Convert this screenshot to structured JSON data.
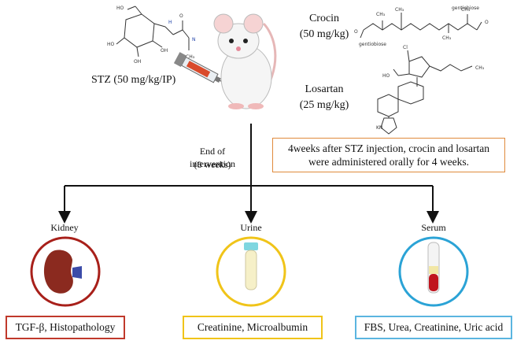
{
  "drugs": {
    "stz": "STZ (50 mg/kg/IP)",
    "crocin_name": "Crocin",
    "crocin_dose": "(50 mg/kg)",
    "losartan_name": "Losartan",
    "losartan_dose": "(25 mg/kg)"
  },
  "chem_labels": {
    "gentiobiose_top": "gentiobiose",
    "gentiobiose_bottom": "gentiobiose",
    "ch3_a": "CH₃",
    "ch3_b": "CH₃",
    "ch3_c": "CH₃",
    "ch3_d": "CH₃",
    "cl": "Cl",
    "ho": "HO",
    "ch3_los": "CH₃",
    "kn": "KN"
  },
  "intervention": {
    "line1": "End of intervention",
    "line2": "(8 weeks)"
  },
  "protocol_note": "4weeks after STZ injection, crocin and losartan were administered orally for 4 weeks.",
  "samples": [
    {
      "label": "Kidney",
      "tests": "TGF-β, Histopathology"
    },
    {
      "label": "Urine",
      "tests": "Creatinine, Microalbumin"
    },
    {
      "label": "Serum",
      "tests": "FBS, Urea, Creatinine, Uric acid"
    }
  ],
  "colors": {
    "kidney_border": "#a8201a",
    "urine_border": "#f0c419",
    "serum_border": "#2ba3d6",
    "note_border": "#e08a3c",
    "tests_kidney_border": "#c0392b",
    "tests_urine_border": "#f0c419",
    "tests_serum_border": "#5bb5e0"
  }
}
